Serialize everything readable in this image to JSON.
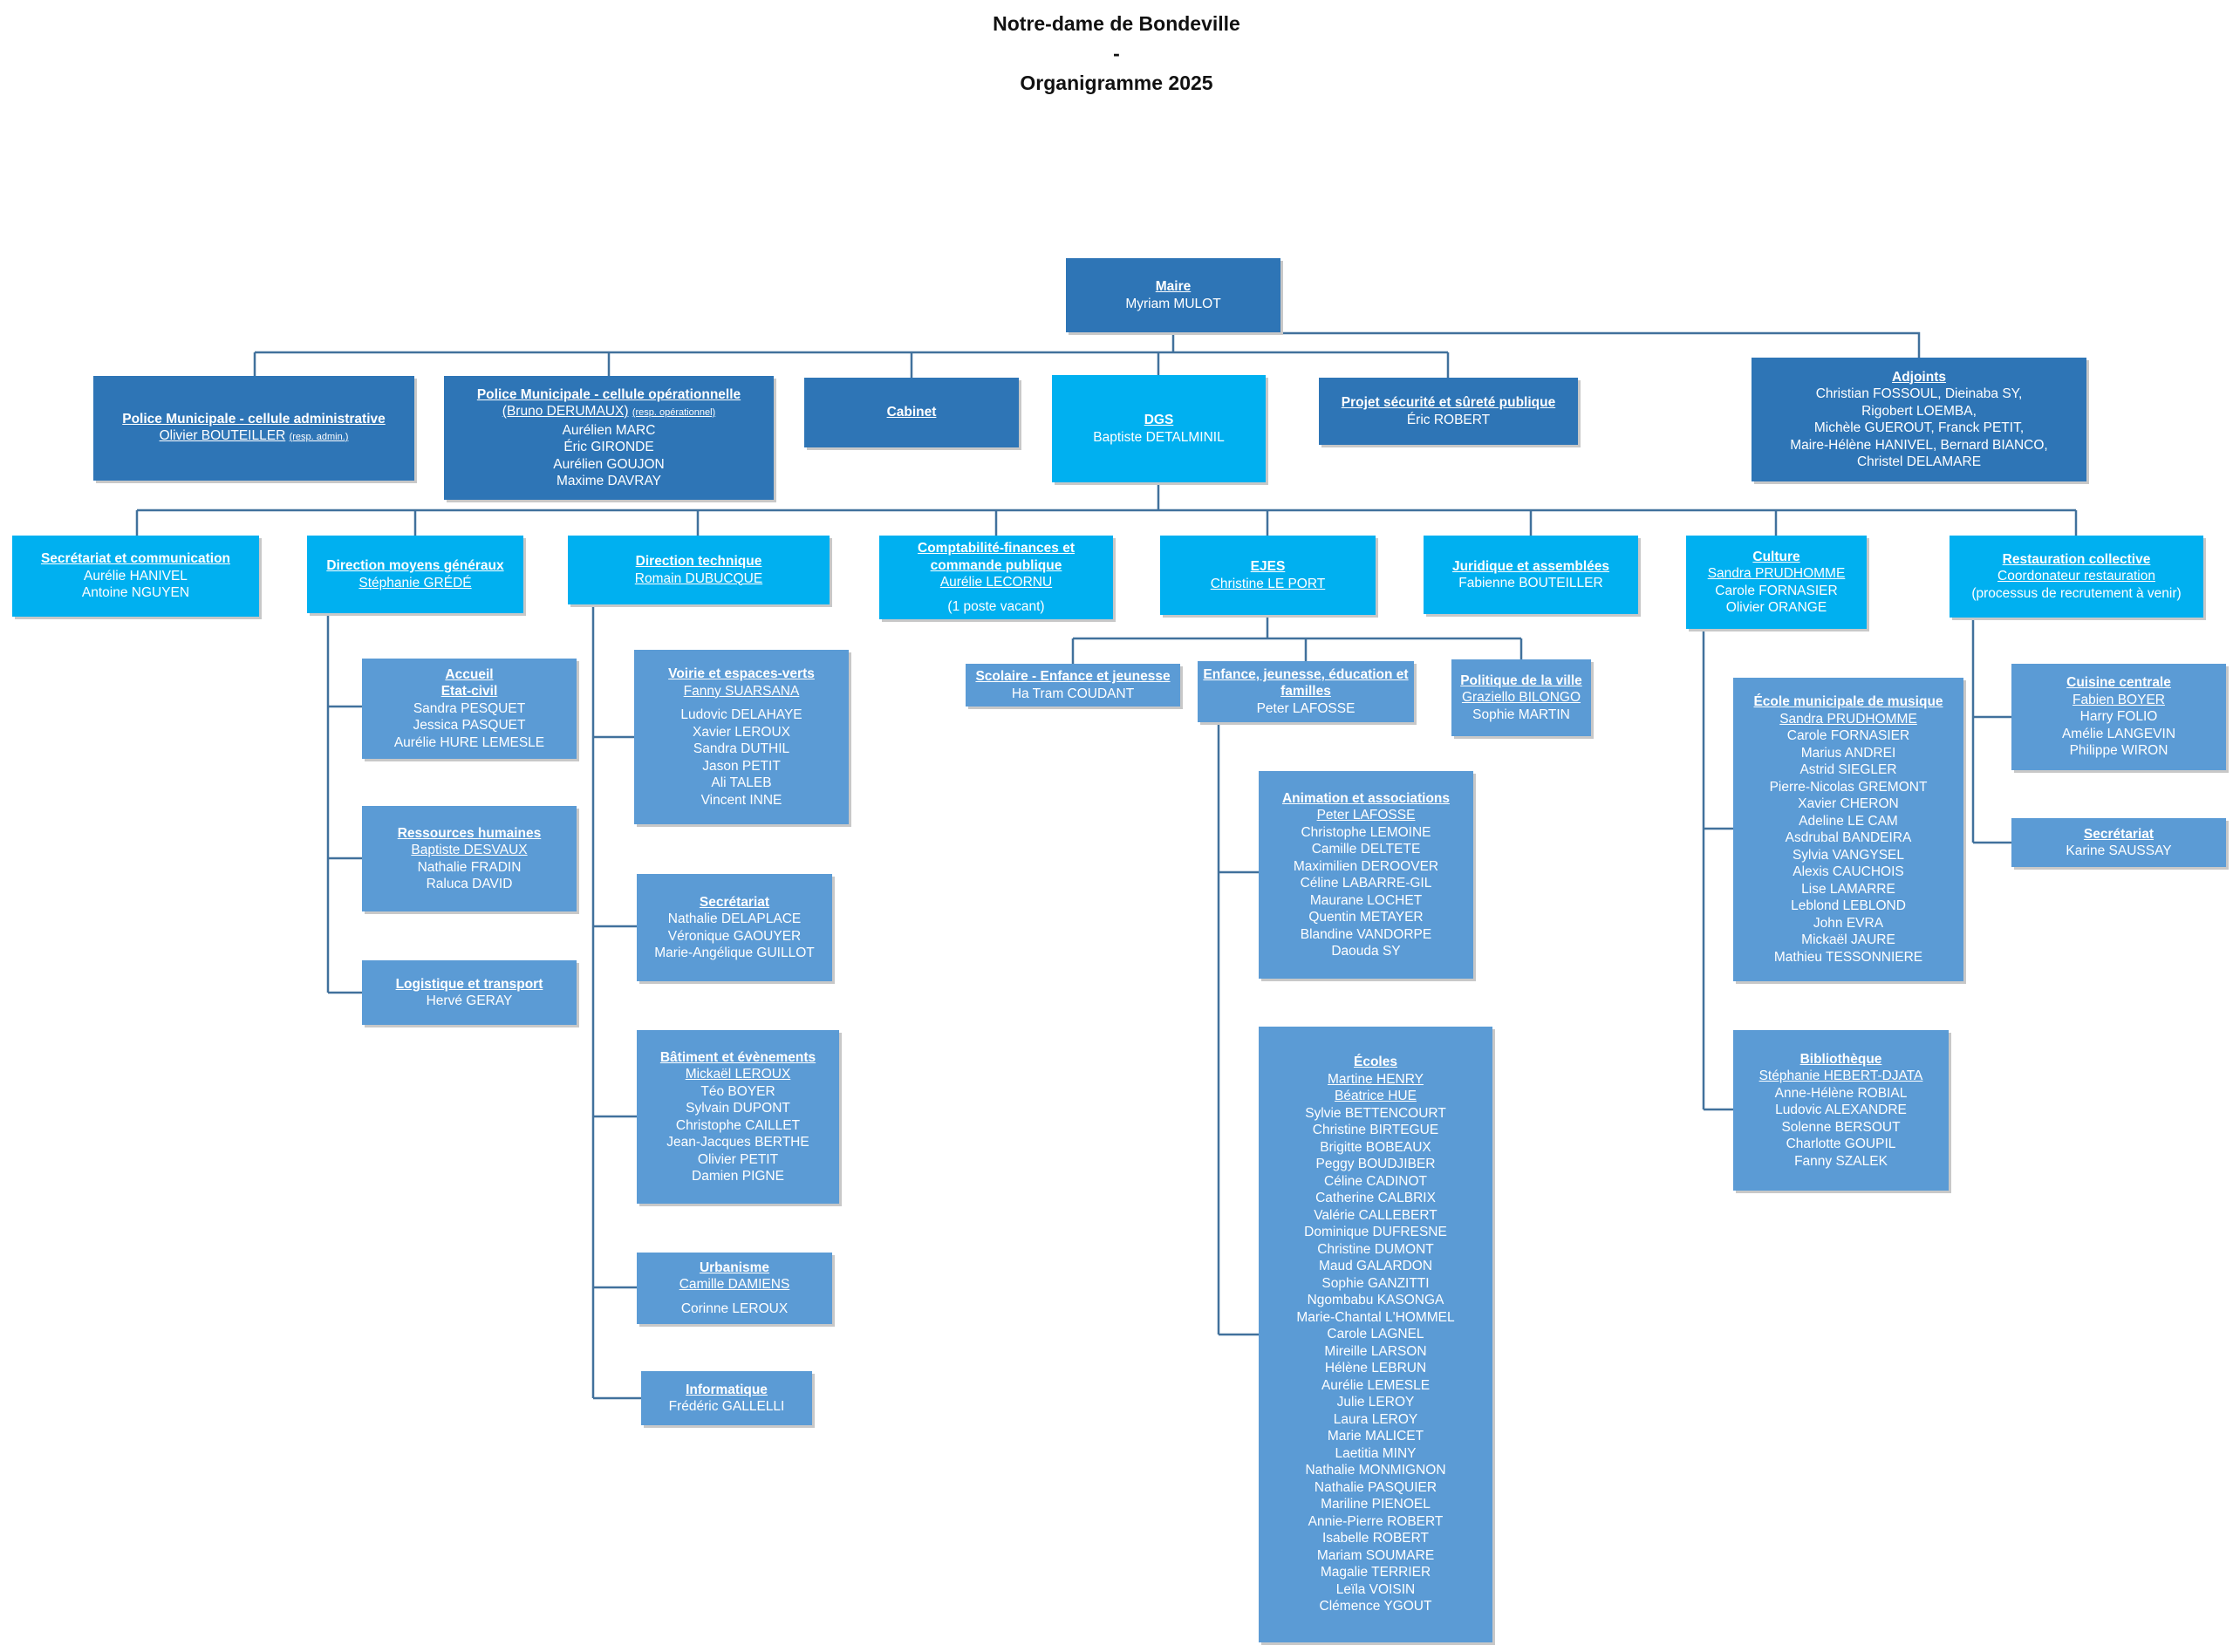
{
  "title": {
    "line1": "Notre-dame de Bondeville",
    "line2": "-",
    "line3": "Organigramme 2025"
  },
  "colors": {
    "dark": "#2e75b6",
    "light": "#00b0f0",
    "mid": "#5b9bd5",
    "line": "#41719c"
  },
  "nodes": {
    "maire": {
      "title": "Maire",
      "lines": [
        "Myriam MULOT"
      ]
    },
    "pm_admin": {
      "title": "Police Municipale - cellule administrative",
      "resp": "Olivier BOUTEILLER",
      "resp_note": "(resp. admin.)"
    },
    "pm_oper": {
      "title": "Police Municipale - cellule opérationnelle",
      "resp": "(Bruno DERUMAUX)",
      "resp_note": "(resp. opérationnel)",
      "lines": [
        "Aurélien MARC",
        "Éric GIRONDE",
        "Aurélien GOUJON",
        "Maxime DAVRAY"
      ]
    },
    "cabinet": {
      "title": "Cabinet"
    },
    "dgs": {
      "title": "DGS",
      "lines": [
        "Baptiste DETALMINIL"
      ]
    },
    "projet": {
      "title": "Projet sécurité et sûreté publique",
      "lines": [
        "Éric ROBERT"
      ]
    },
    "adjoints": {
      "title": "Adjoints",
      "lines": [
        "Christian FOSSOUL, Dieinaba SY,",
        "Rigobert LOEMBA,",
        "Michèle GUEROUT, Franck PETIT,",
        "Maire-Hélène HANIVEL, Bernard BIANCO,",
        "Christel DELAMARE"
      ]
    },
    "secretariat_com": {
      "title": "Secrétariat et communication",
      "lines": [
        "Aurélie HANIVEL",
        "Antoine NGUYEN"
      ]
    },
    "dmg": {
      "title": "Direction moyens généraux",
      "resp": "Stéphanie GRÉDÉ"
    },
    "dt": {
      "title": "Direction technique",
      "resp": "Romain DUBUCQUE"
    },
    "compta": {
      "title": "Comptabilité-finances et commande publique",
      "resp": "Aurélie LECORNU",
      "note": "(1 poste vacant)"
    },
    "ejes": {
      "title": "EJES",
      "resp": "Christine LE PORT"
    },
    "juridique": {
      "title": "Juridique et assemblées",
      "lines": [
        "Fabienne BOUTEILLER"
      ]
    },
    "culture": {
      "title": "Culture",
      "resp": "Sandra PRUDHOMME",
      "lines": [
        "Carole FORNASIER",
        "Olivier ORANGE"
      ]
    },
    "restauration": {
      "title": "Restauration collective",
      "resp": "Coordonateur restauration",
      "lines": [
        "(processus de recrutement à venir)"
      ]
    },
    "accueil": {
      "title": "Accueil",
      "title2": "Etat-civil",
      "lines": [
        "Sandra PESQUET",
        "Jessica PASQUET",
        "Aurélie HURE LEMESLE"
      ]
    },
    "rh": {
      "title": "Ressources humaines",
      "resp": "Baptiste DESVAUX",
      "lines": [
        "Nathalie FRADIN",
        "Raluca DAVID"
      ]
    },
    "logistique": {
      "title": "Logistique et transport",
      "lines": [
        "Hervé GERAY"
      ]
    },
    "voirie": {
      "title": "Voirie et espaces-verts",
      "resp": "Fanny SUARSANA",
      "lines": [
        "Ludovic DELAHAYE",
        "Xavier LEROUX",
        "Sandra DUTHIL",
        "Jason PETIT",
        "Ali TALEB",
        "Vincent INNE"
      ]
    },
    "secretariat_dt": {
      "title": "Secrétariat",
      "lines": [
        "Nathalie DELAPLACE",
        "Véronique GAOUYER",
        "Marie-Angélique GUILLOT"
      ]
    },
    "batiment": {
      "title": "Bâtiment et évènements",
      "resp": "Mickaël LEROUX",
      "lines": [
        "Téo BOYER",
        "Sylvain DUPONT",
        "Christophe CAILLET",
        "Jean-Jacques BERTHE",
        "Olivier PETIT",
        "Damien PIGNE"
      ]
    },
    "urbanisme": {
      "title": "Urbanisme",
      "resp": "Camille DAMIENS",
      "lines": [
        "Corinne LEROUX"
      ]
    },
    "informatique": {
      "title": "Informatique",
      "lines": [
        "Frédéric GALLELLI"
      ]
    },
    "scolaire": {
      "title": "Scolaire - Enfance et jeunesse",
      "lines": [
        "Ha Tram COUDANT"
      ]
    },
    "enfance": {
      "title": "Enfance, jeunesse, éducation et familles",
      "lines": [
        "Peter LAFOSSE"
      ]
    },
    "politique": {
      "title": "Politique de la ville",
      "resp": "Graziello BILONGO",
      "lines": [
        "Sophie MARTIN"
      ]
    },
    "animation": {
      "title": "Animation et associations",
      "resp": "Peter LAFOSSE",
      "lines": [
        "Christophe LEMOINE",
        "Camille DELTETE",
        "Maximilien DEROOVER",
        "Céline LABARRE-GIL",
        "Maurane LOCHET",
        "Quentin METAYER",
        "Blandine VANDORPE",
        "Daouda SY"
      ]
    },
    "ecoles": {
      "title": "Écoles",
      "resp": "Martine HENRY",
      "resp2": "Béatrice HUE",
      "lines": [
        "Sylvie BETTENCOURT",
        "Christine BIRTEGUE",
        "Brigitte BOBEAUX",
        "Peggy BOUDJIBER",
        "Céline CADINOT",
        "Catherine CALBRIX",
        "Valérie CALLEBERT",
        "Dominique DUFRESNE",
        "Christine DUMONT",
        "Maud GALARDON",
        "Sophie GANZITTI",
        "Ngombabu KASONGA",
        "Marie-Chantal L'HOMMEL",
        "Carole LAGNEL",
        "Mireille LARSON",
        "Hélène LEBRUN",
        "Aurélie LEMESLE",
        "Julie LEROY",
        "Laura LEROY",
        "Marie MALICET",
        "Laetitia MINY",
        "Nathalie MONMIGNON",
        "Nathalie PASQUIER",
        "Mariline PIENOEL",
        "Annie-Pierre ROBERT",
        "Isabelle ROBERT",
        "Mariam SOUMARE",
        "Magalie TERRIER",
        "Leïla VOISIN",
        "Clémence YGOUT"
      ]
    },
    "musique": {
      "title": "École municipale de musique",
      "resp": "Sandra PRUDHOMME",
      "lines": [
        "Carole FORNASIER",
        "Marius ANDREI",
        "Astrid SIEGLER",
        "Pierre-Nicolas GREMONT",
        "Xavier CHERON",
        "Adeline LE CAM",
        "Asdrubal BANDEIRA",
        "Sylvia VANGYSEL",
        "Alexis CAUCHOIS",
        "Lise LAMARRE",
        "Leblond LEBLOND",
        "John EVRA",
        "Mickaël JAURE",
        "Mathieu TESSONNIERE"
      ]
    },
    "bibliotheque": {
      "title": "Bibliothèque",
      "resp": "Stéphanie HEBERT-DJATA",
      "lines": [
        "Anne-Hélène ROBIAL",
        "Ludovic ALEXANDRE",
        "Solenne BERSOUT",
        "Charlotte GOUPIL",
        "Fanny SZALEK"
      ]
    },
    "cuisine": {
      "title": "Cuisine centrale",
      "resp": "Fabien BOYER",
      "lines": [
        "Harry FOLIO",
        "Amélie LANGEVIN",
        "Philippe WIRON"
      ]
    },
    "secretariat_rest": {
      "title": "Secrétariat",
      "lines": [
        "Karine SAUSSAY"
      ]
    }
  }
}
